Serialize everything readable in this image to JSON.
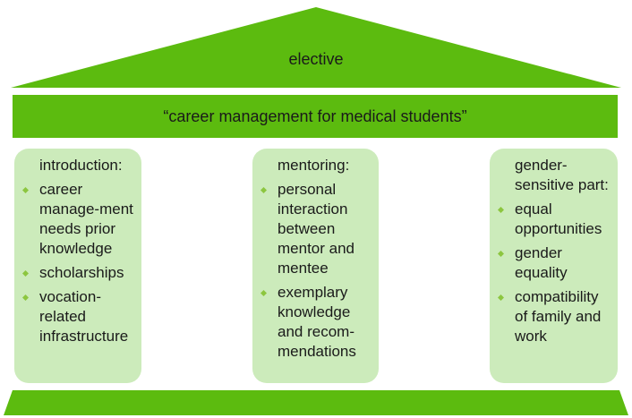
{
  "colors": {
    "green": "#5cbb0f",
    "light_green": "#ccebbb",
    "bullet": "#8cc63f",
    "text": "#1a1a1a"
  },
  "roof": {
    "label": "elective"
  },
  "architrave": {
    "label": "“career management for medical students”"
  },
  "pillars": [
    {
      "title": "introduction:",
      "items": [
        "career manage-ment needs prior knowledge",
        "scholarships",
        "vocation-related infrastructure"
      ]
    },
    {
      "title": "mentoring:",
      "items": [
        "personal interaction between mentor and mentee",
        "exemplary knowledge and recom-mendations"
      ]
    },
    {
      "title": "gender-sensitive part:",
      "items": [
        "equal opportunities",
        "gender equality",
        "compatibility of family and work"
      ]
    }
  ],
  "bullet_icon": "diamond-cluster-bullet-icon"
}
